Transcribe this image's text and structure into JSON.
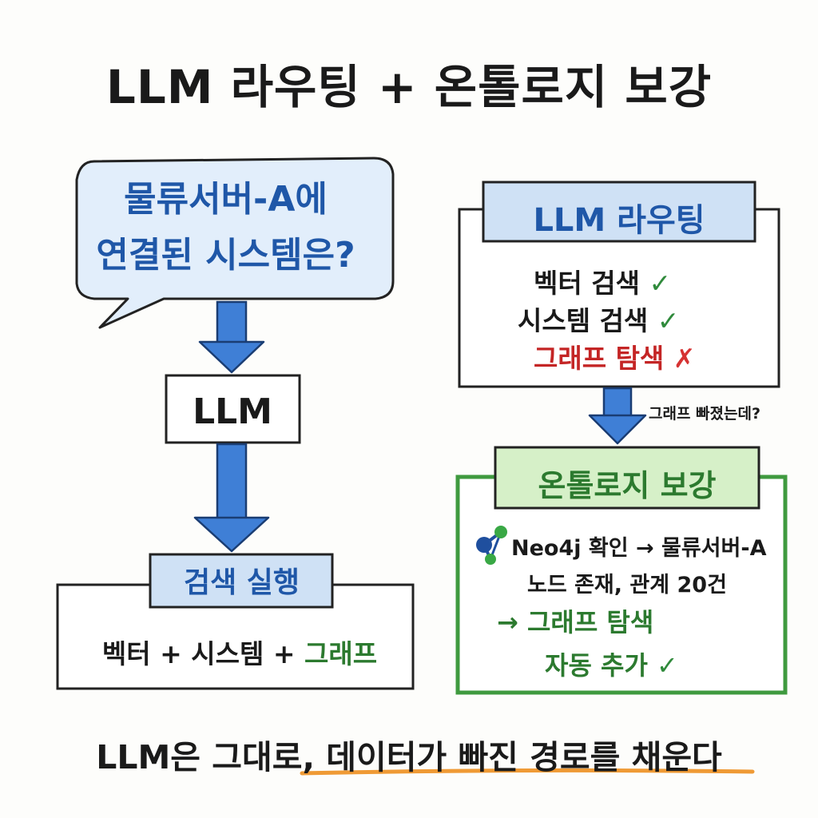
{
  "title": "LLM 라우팅 + 온톨로지 보강",
  "question_bubble": {
    "line1": "물류서버-A에",
    "line2": "연결된 시스템은?"
  },
  "llm_box": "LLM",
  "search_exec": {
    "title": "검색 실행",
    "content_part1": "벡터 + 시스템 + ",
    "content_part2": "그래프"
  },
  "routing": {
    "title": "LLM 라우팅",
    "items": [
      {
        "label": "벡터 검색",
        "status": "check"
      },
      {
        "label": "시스템 검색",
        "status": "check"
      },
      {
        "label": "그래프 탐색",
        "status": "cross"
      }
    ],
    "check_symbol": "✓",
    "cross_symbol": "✗"
  },
  "side_note": "그래프 빠졌는데?",
  "ontology": {
    "title": "온톨로지 보강",
    "line1": "Neo4j 확인 → 물류서버-A",
    "line2": "노드 존재, 관계 20건",
    "line3": "→ 그래프 탐색",
    "line4": "자동 추가",
    "check_symbol": "✓",
    "icon": "neo4j-graph-icon"
  },
  "footer": {
    "part1": "LLM은 그대로, ",
    "part2": "데이터가 빠진 경로를 채운다"
  },
  "colors": {
    "blue_text": "#1f57a8",
    "blue_fill": "#cfe1f5",
    "arrow_blue": "#3f7fd6",
    "green_text": "#2c7a2f",
    "green_fill": "#d6f0c8",
    "green_border": "#3f9a3f",
    "red": "#c42525",
    "orange_underline": "#ef9a35"
  }
}
